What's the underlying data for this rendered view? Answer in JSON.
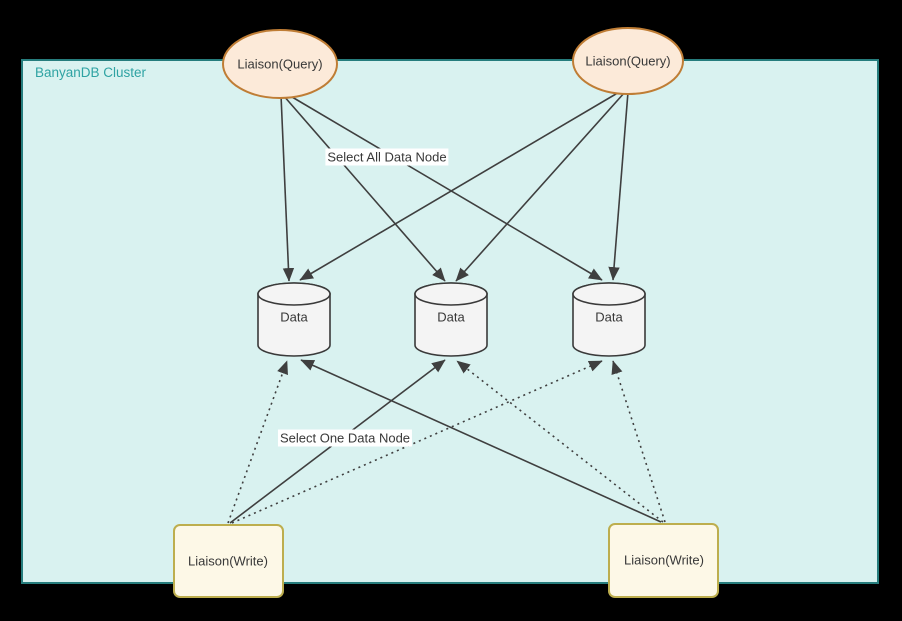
{
  "diagram": {
    "cluster_label": "BanyanDB Cluster",
    "query_nodes": [
      {
        "label": "Liaison(Query)"
      },
      {
        "label": "Liaison(Query)"
      }
    ],
    "data_nodes": [
      {
        "label": "Data"
      },
      {
        "label": "Data"
      },
      {
        "label": "Data"
      }
    ],
    "write_nodes": [
      {
        "label": "Liaison(Write)"
      },
      {
        "label": "Liaison(Write)"
      }
    ],
    "edge_labels": {
      "query": "Select All Data Node",
      "write": "Select One Data Node"
    },
    "edges": {
      "query_to_data": [
        {
          "from": "query-0",
          "to": "data-0",
          "style": "solid"
        },
        {
          "from": "query-0",
          "to": "data-1",
          "style": "solid"
        },
        {
          "from": "query-0",
          "to": "data-2",
          "style": "solid"
        },
        {
          "from": "query-1",
          "to": "data-0",
          "style": "solid"
        },
        {
          "from": "query-1",
          "to": "data-1",
          "style": "solid"
        },
        {
          "from": "query-1",
          "to": "data-2",
          "style": "solid"
        }
      ],
      "write_to_data": [
        {
          "from": "write-0",
          "to": "data-0",
          "style": "dotted"
        },
        {
          "from": "write-0",
          "to": "data-1",
          "style": "solid"
        },
        {
          "from": "write-0",
          "to": "data-2",
          "style": "dotted"
        },
        {
          "from": "write-1",
          "to": "data-0",
          "style": "solid"
        },
        {
          "from": "write-1",
          "to": "data-1",
          "style": "dotted"
        },
        {
          "from": "write-1",
          "to": "data-2",
          "style": "dotted"
        }
      ]
    }
  },
  "colors": {
    "canvas_bg": "#000000",
    "cluster_fill": "#d9f2f0",
    "cluster_border": "#267d7d",
    "cluster_label": "#2fa3a3",
    "query_fill": "#fcead9",
    "query_border": "#bf7d35",
    "data_fill": "#f4f4f4",
    "data_border": "#3a3a3a",
    "write_fill": "#fdf8e7",
    "write_border": "#bdae4e",
    "arrow": "#3f3f3f",
    "label_bg": "#ffffff",
    "text": "#383838"
  }
}
